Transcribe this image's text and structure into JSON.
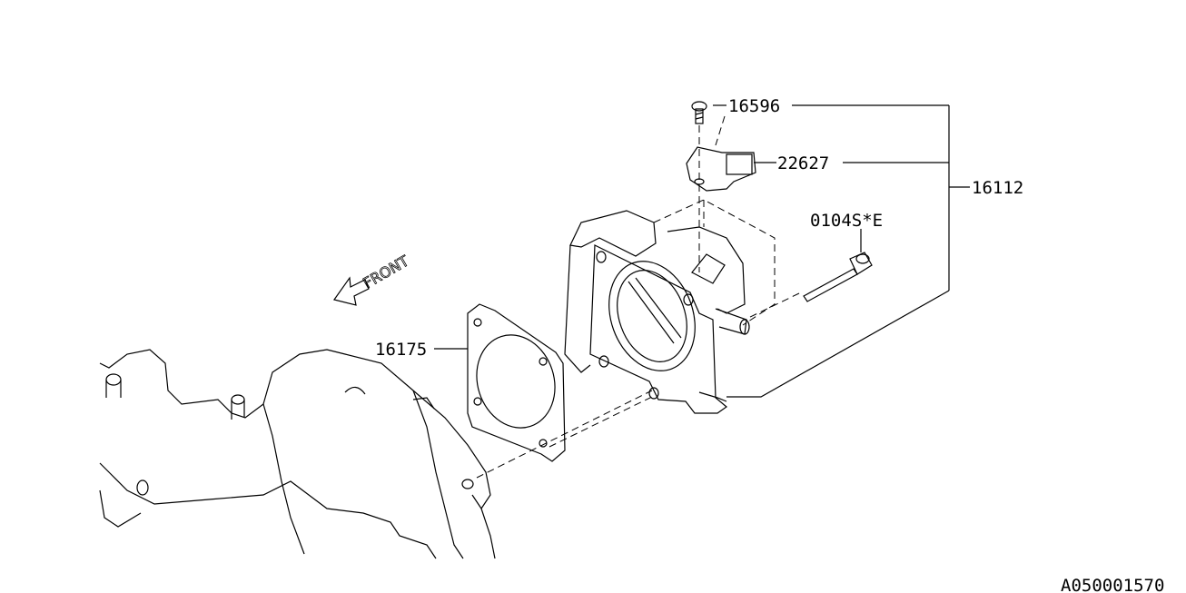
{
  "diagram": {
    "parts": [
      {
        "number": "16596"
      },
      {
        "number": "22627"
      },
      {
        "number": "16112"
      },
      {
        "number": "0104S*E"
      },
      {
        "number": "16175"
      }
    ],
    "direction_label": "FRONT",
    "drawing_id": "A050001570"
  }
}
